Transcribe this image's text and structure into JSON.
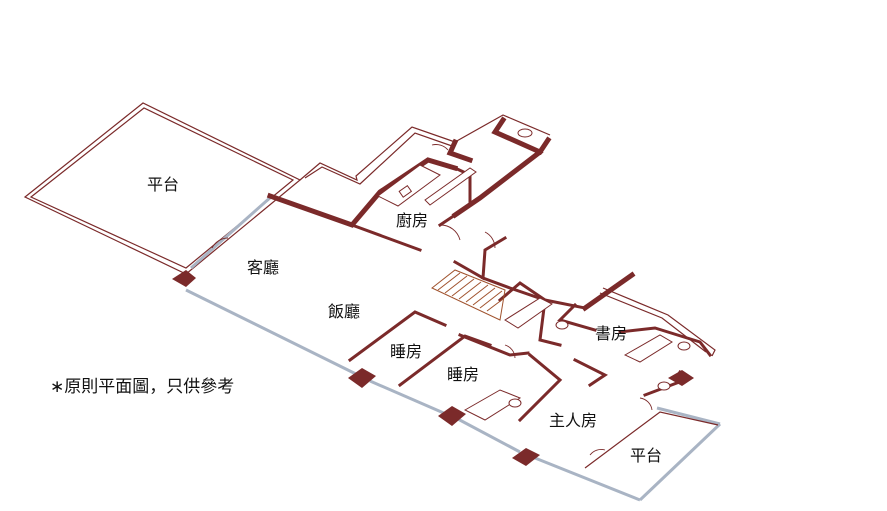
{
  "rooms": {
    "terrace_left": "平台",
    "living": "客廳",
    "kitchen": "廚房",
    "dining": "飯廳",
    "bedroom_1": "睡房",
    "bedroom_2": "睡房",
    "study": "書房",
    "master_bedroom": "主人房",
    "terrace_right": "平台"
  },
  "note": "∗原則平面圖，只供參考",
  "colors": {
    "wall": "#7b2a2a",
    "glazing": "#a9b4c4",
    "stair": "#a0522d"
  }
}
